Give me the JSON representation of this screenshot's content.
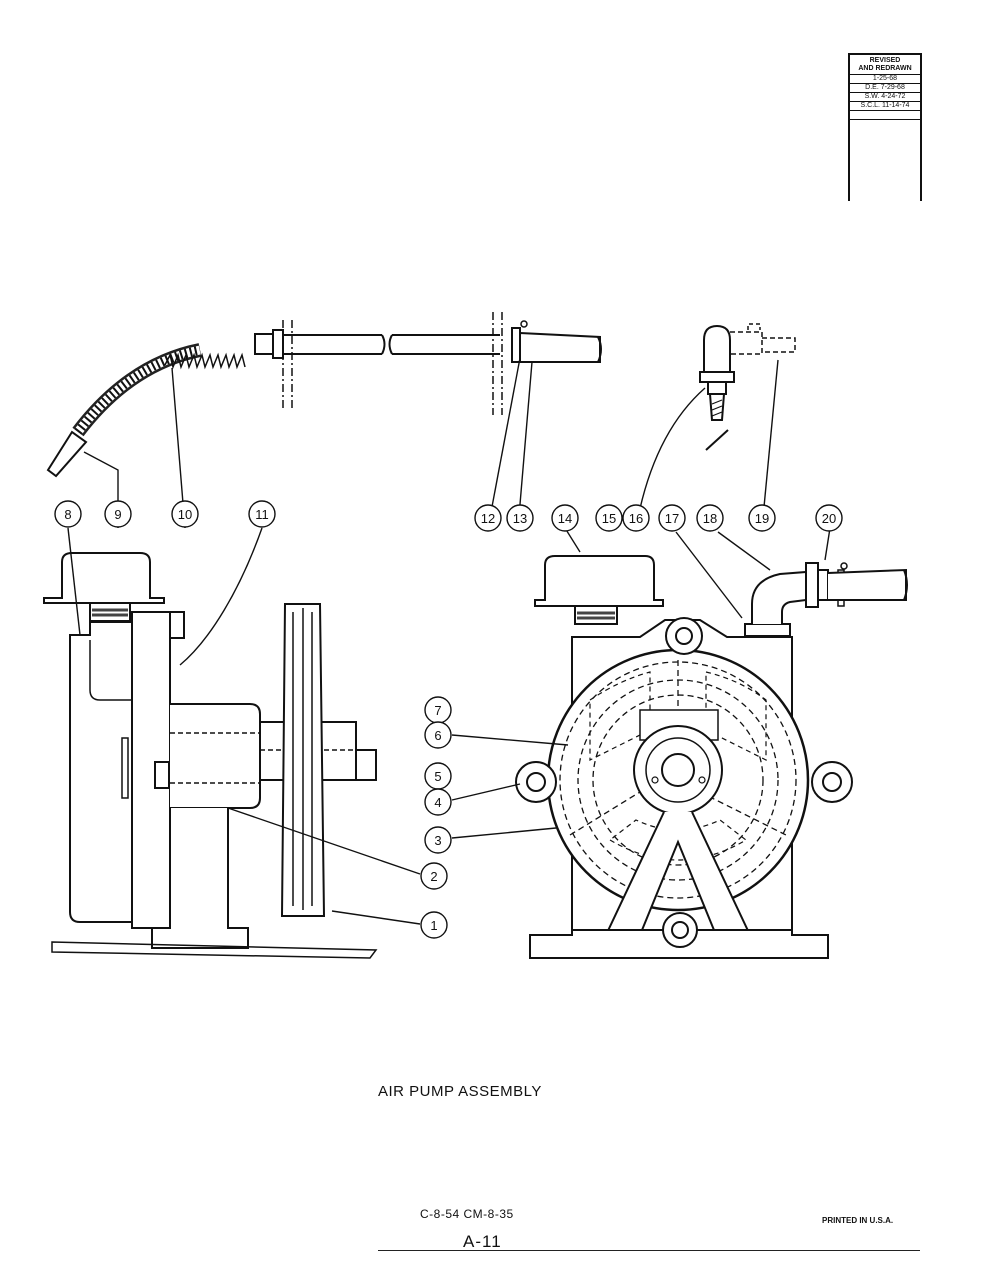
{
  "revision_block": {
    "title_line1": "REVISED",
    "title_line2": "AND REDRAWN",
    "entries": [
      "1-25-68",
      "D.E.  7-29-68",
      "S.W. 4-24-72",
      "S.C.L. 11-14-74"
    ]
  },
  "callouts": [
    "1",
    "2",
    "3",
    "4",
    "5",
    "6",
    "7",
    "8",
    "9",
    "10",
    "11",
    "12",
    "13",
    "14",
    "15",
    "16",
    "17",
    "18",
    "19",
    "20"
  ],
  "caption": "AIR PUMP ASSEMBLY",
  "drawing_code": "C-8-54  CM-8-35",
  "page_number": "A-11",
  "printed_note": "PRINTED IN U.S.A."
}
